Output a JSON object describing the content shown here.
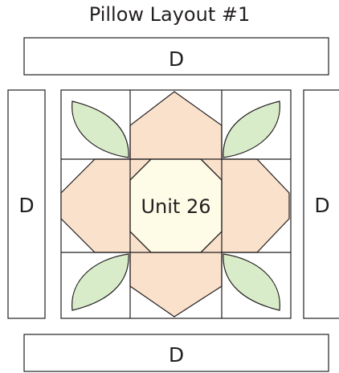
{
  "title": "Pillow Layout #1",
  "border_labels": {
    "top": "D",
    "left": "D",
    "right": "D",
    "bottom": "D"
  },
  "center_label": "Unit 26",
  "colors": {
    "outline": "#231f20",
    "peach": "#f9e1cb",
    "cream": "#fefbe6",
    "leaf": "#d9ecca",
    "background": "#ffffff"
  }
}
